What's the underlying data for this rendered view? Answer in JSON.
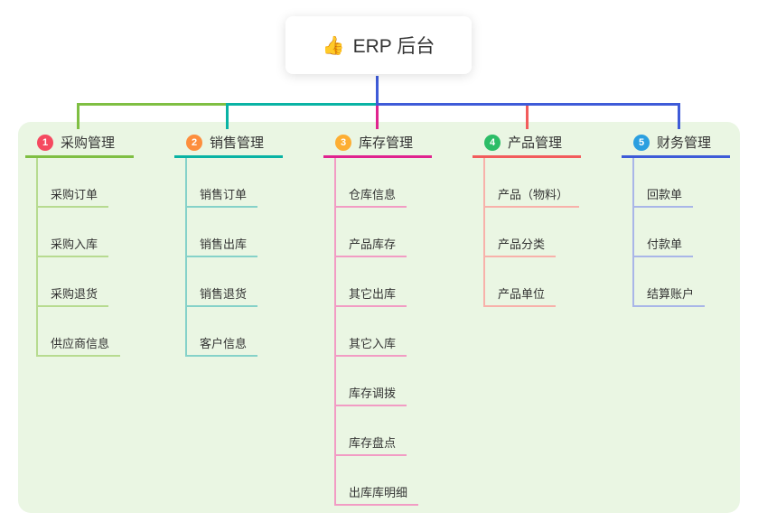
{
  "root": {
    "icon": "👍",
    "label": "ERP 后台"
  },
  "panel": {
    "background": "#eaf6e3"
  },
  "connectors": {
    "lines": [
      {
        "name": "root-stem",
        "color": "#3e5bd8"
      },
      {
        "name": "horizontal-green",
        "color": "#7fbf43"
      },
      {
        "name": "horizontal-teal",
        "color": "#09b3a4"
      },
      {
        "name": "horizontal-blue",
        "color": "#3e5bd8"
      },
      {
        "name": "drop-purchase",
        "color": "#7fbf43"
      },
      {
        "name": "drop-sales",
        "color": "#09b3a4"
      },
      {
        "name": "drop-inventory",
        "color": "#e0248f"
      },
      {
        "name": "drop-product",
        "color": "#f25c5c"
      },
      {
        "name": "drop-finance",
        "color": "#3e5bd8"
      }
    ]
  },
  "branches": [
    {
      "badge": "1",
      "badge_color": "#f54a60",
      "label": "采购管理",
      "line_color": "#7fbf43",
      "item_line_color": "#b7db90",
      "items": [
        "采购订单",
        "采购入库",
        "采购退货",
        "供应商信息"
      ]
    },
    {
      "badge": "2",
      "badge_color": "#fd8e3d",
      "label": "销售管理",
      "line_color": "#09b3a4",
      "item_line_color": "#85d2c9",
      "items": [
        "销售订单",
        "销售出库",
        "销售退货",
        "客户信息"
      ]
    },
    {
      "badge": "3",
      "badge_color": "#fdae33",
      "label": "库存管理",
      "line_color": "#e0248f",
      "item_line_color": "#f29cc4",
      "items": [
        "仓库信息",
        "产品库存",
        "其它出库",
        "其它入库",
        "库存调拨",
        "库存盘点",
        "出库库明细"
      ]
    },
    {
      "badge": "4",
      "badge_color": "#2cbd67",
      "label": "产品管理",
      "line_color": "#f25c5c",
      "item_line_color": "#f8b1aa",
      "items": [
        "产品（物料）",
        "产品分类",
        "产品单位"
      ]
    },
    {
      "badge": "5",
      "badge_color": "#2b9fe0",
      "label": "财务管理",
      "line_color": "#3e5bd8",
      "item_line_color": "#a9b6e8",
      "items": [
        "回款单",
        "付款单",
        "结算账户"
      ]
    }
  ]
}
